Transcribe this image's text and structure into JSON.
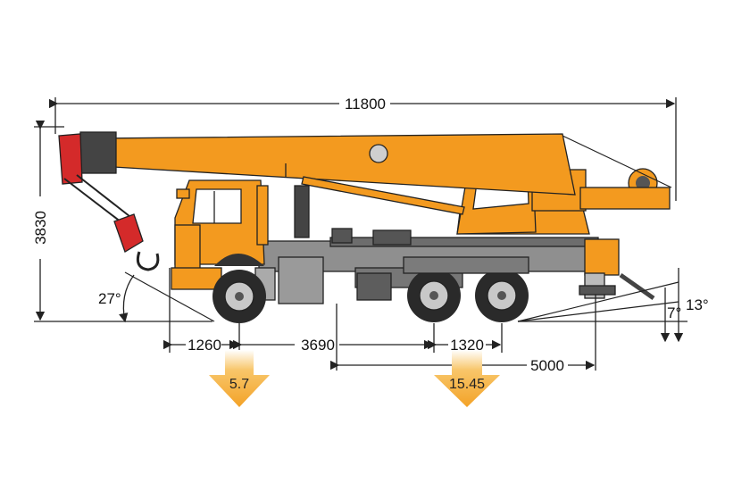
{
  "dimensions": {
    "overall_length": "11800",
    "overall_height": "3830",
    "front_overhang": "1260",
    "wheelbase": "3690",
    "rear_axle_spacing": "1320",
    "outrigger_base": "5000"
  },
  "angles": {
    "approach_angle": "27°",
    "departure_angle_1": "7°",
    "departure_angle_2": "13°"
  },
  "axle_loads": {
    "front_axle_load": "5.7",
    "rear_bogie_load": "15.45"
  },
  "colors": {
    "boom_orange": "#f39a1f",
    "hook_red": "#d42a2a",
    "chassis_gray": "#8f8f8f",
    "load_arrow": "#f6b13a"
  }
}
